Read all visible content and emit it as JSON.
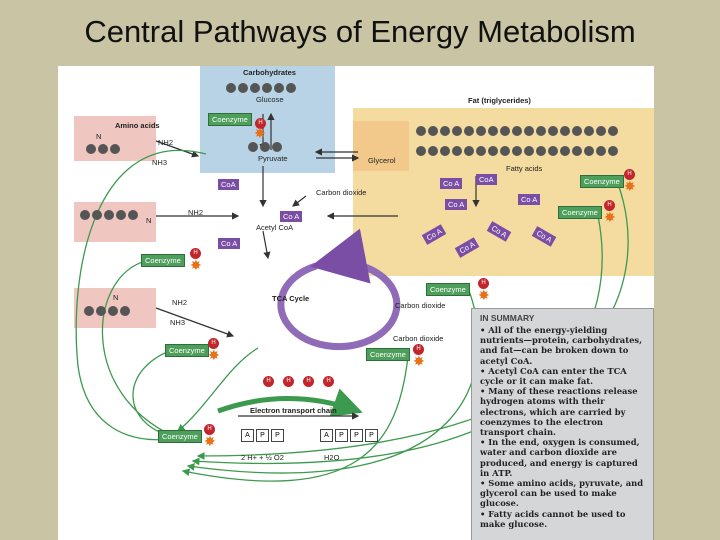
{
  "slide": {
    "title": "Central Pathways of Energy Metabolism"
  },
  "labels": {
    "carbohydrates": "Carbohydrates",
    "glucose": "Glucose",
    "fat": "Fat (triglycerides)",
    "amino_acids": "Amino acids",
    "glycerol": "Glycerol",
    "fatty_acids": "Fatty acids",
    "pyruvate": "Pyruvate",
    "carbon_dioxide_1": "Carbon dioxide",
    "carbon_dioxide_2": "Carbon dioxide",
    "carbon_dioxide_3": "Carbon dioxide",
    "acetyl_coa": "Acetyl CoA",
    "tca_cycle": "TCA Cycle",
    "electron_transport_chain": "Electron transport chain",
    "nh2": "NH2",
    "nh3": "NH3",
    "n": "N",
    "water_equation": "2 H+ + ½ O2",
    "water_product": "H2O"
  },
  "coenzyme_label": "Coenzyme",
  "coa_label": "CoA",
  "coa_dot_label": "Co A",
  "h_label": "H",
  "atp": {
    "a": "A",
    "p": "P"
  },
  "summary": {
    "title": "IN SUMMARY",
    "items": [
      "• All of the energy-yielding nutrients—protein, carbohydrates, and fat—can be broken down to acetyl CoA.",
      "• Acetyl CoA can enter the TCA cycle or it can make fat.",
      "• Many of these reactions release hydrogen atoms with their electrons, which are carried by coenzymes to the electron transport chain.",
      "• In the end, oxygen is consumed, water and carbon dioxide are produced, and energy is captured in ATP.",
      "• Some amino acids, pyruvate, and glycerol can be used to make glucose.",
      "• Fatty acids cannot be used to make glucose."
    ]
  },
  "colors": {
    "background": "#c9c4a3",
    "carbohydrate_region": "#b9d3e6",
    "fat_region": "#f4dca0",
    "amino_region": "#f0c6c0",
    "coenzyme": "#4e9f5c",
    "coa": "#7a4ea5",
    "hydrogen": "#c0262b",
    "arrow_green": "#3c9a4e"
  }
}
